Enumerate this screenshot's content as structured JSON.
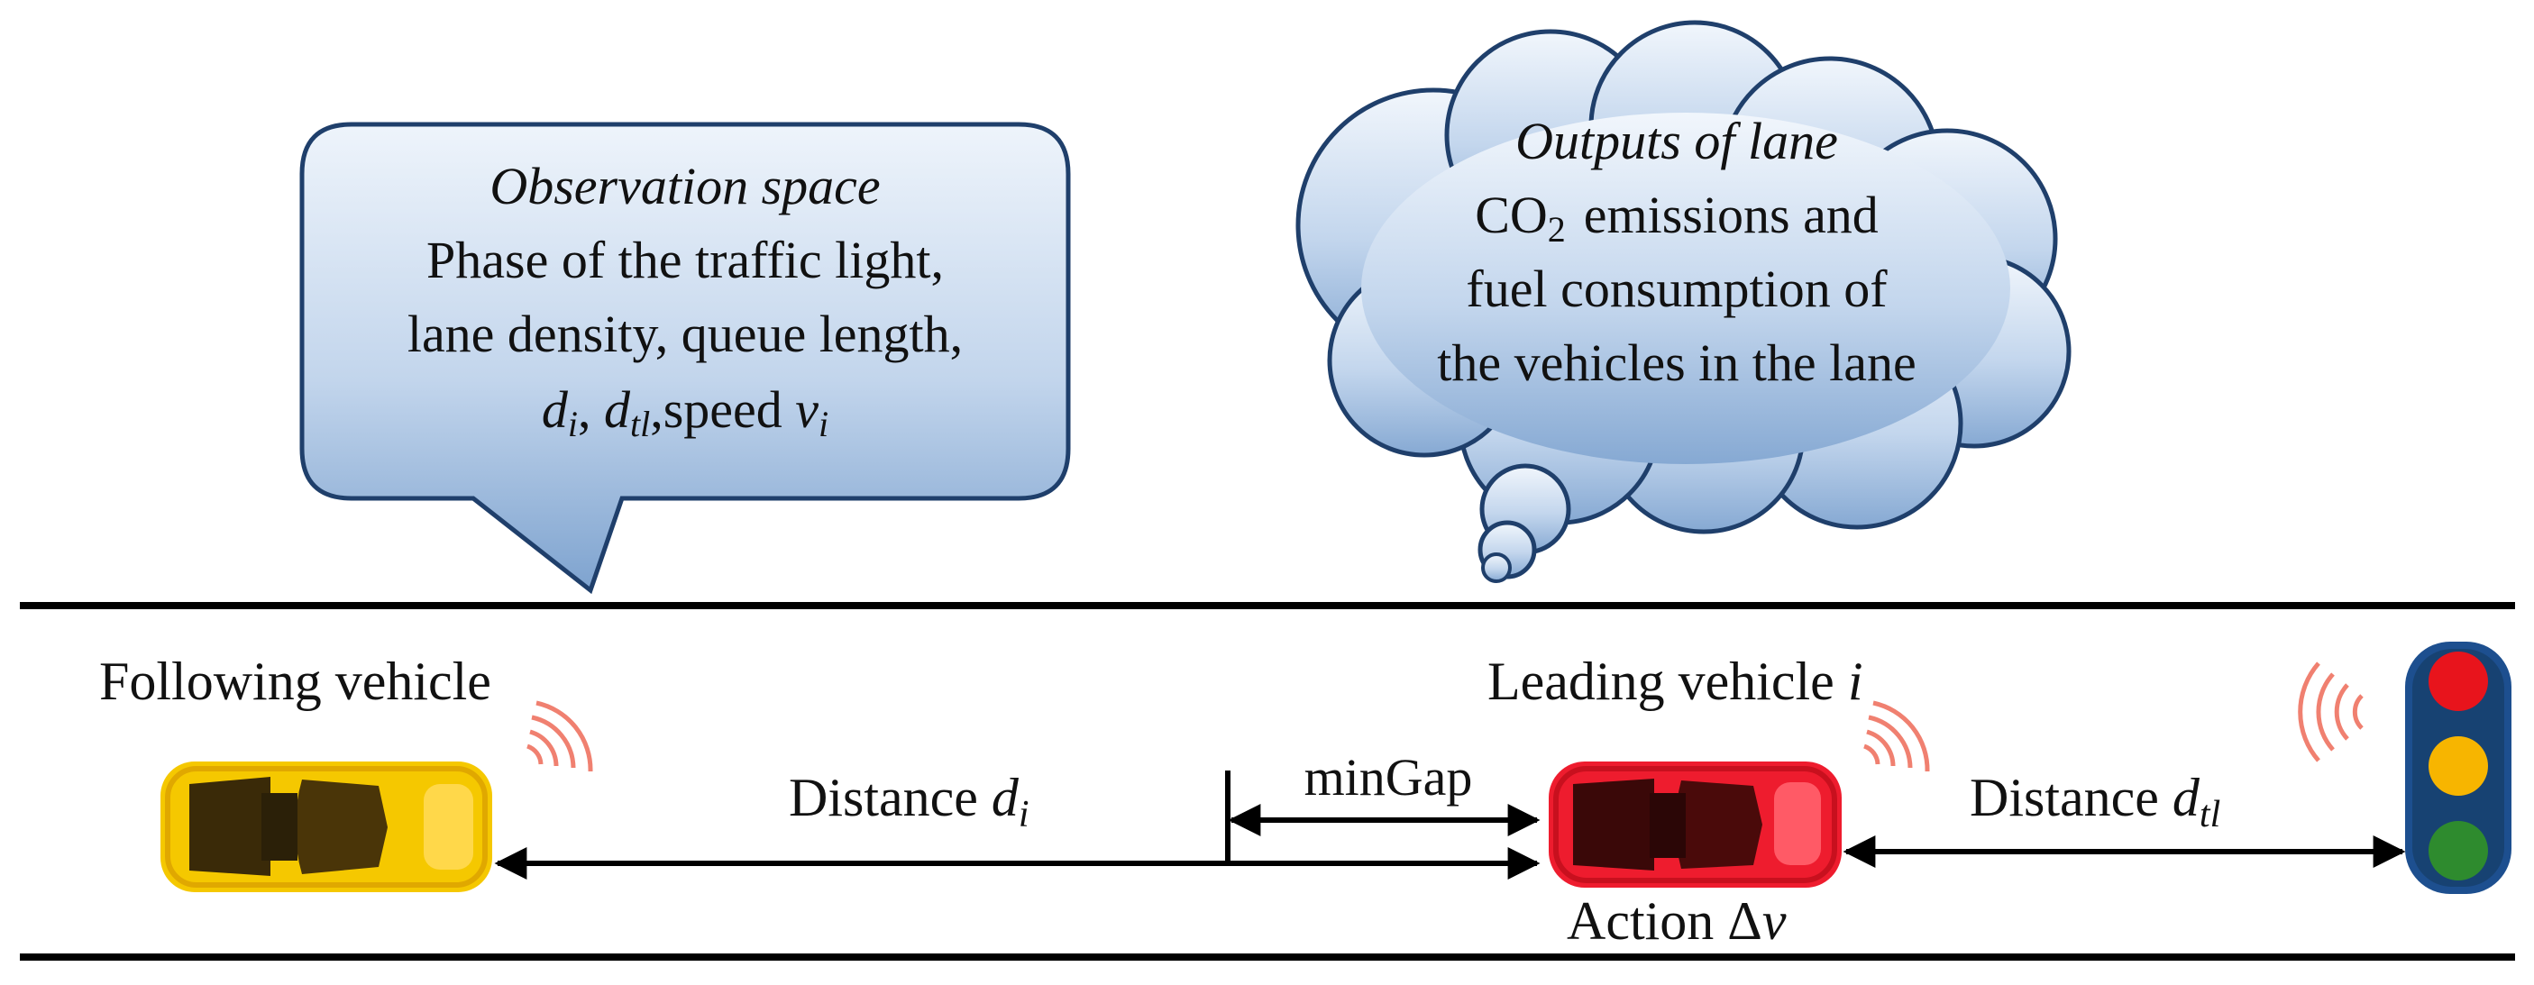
{
  "observation_bubble": {
    "title": "Observation space",
    "line1": "Phase of the traffic light,",
    "line2": "lane density, queue length,",
    "var_d": "d",
    "var_i": "i",
    "sep": ", ",
    "var_tl": "tl",
    "speed_text": ",speed ",
    "var_v": "ν"
  },
  "outputs_cloud": {
    "title": "Outputs of lane",
    "co2_main": "CO",
    "co2_sub": "2",
    "line1_rest": "emissions and",
    "line2": "fuel consumption of",
    "line3": "the vehicles in the lane"
  },
  "labels": {
    "following_vehicle": "Following vehicle",
    "leading_vehicle": "Leading vehicle ",
    "leading_var": "i",
    "distance_prefix": "Distance ",
    "distance_var": "d",
    "distance_sub_i": "i",
    "distance_sub_tl": "tl",
    "min_gap": "minGap",
    "action_prefix": "Action Δ",
    "action_var": "ν"
  },
  "colors": {
    "bubble_fill_top": "#eef4fb",
    "bubble_fill_bottom": "#7ea3cf",
    "bubble_stroke": "#1f3f6b",
    "following_car": "#f5c800",
    "leading_car": "#ee1c2e",
    "light_red": "#e8141c",
    "light_yellow": "#f7b500",
    "light_green": "#2e8b2e",
    "signal_waves": "#f08070"
  },
  "icons": {
    "following_car": "car-top-view-icon",
    "leading_car": "car-top-view-icon",
    "traffic_light": "traffic-light-icon",
    "wireless": "wireless-signal-icon"
  }
}
